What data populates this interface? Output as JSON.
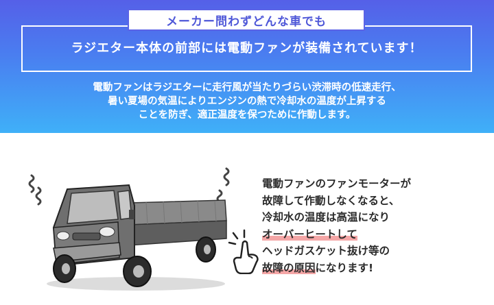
{
  "banner": {
    "tag": "メーカー問わずどんな車でも",
    "headline": "ラジエター本体の前部には電動ファンが装備されています！",
    "description": [
      "電動ファンはラジエターに走行風が当たりづらい渋滞時の低速走行、",
      "暑い夏場の気温によりエンジンの熱で冷却水の温度が上昇する",
      "ことを防ぎ、適正温度を保つために作動します。"
    ]
  },
  "explanation": {
    "line1": "電動ファンのファンモーターが",
    "line2": "故障して作動しなくなると、",
    "line3": "冷却水の温度は高温になり",
    "line4": "オーバーヒートして",
    "line5": "ヘッドガスケット抜け等の",
    "line6_highlight": "故障の原因",
    "line6_rest": "になります!"
  },
  "colors": {
    "banner_top": "#5560e8",
    "banner_bottom": "#3fb0f8",
    "highlight": "#f4a6a6",
    "text": "#2a2a2a"
  },
  "icons": {
    "truck": "kei-truck-illustration",
    "hand": "pointing-hand-icon",
    "shake_left": "shake-lines-icon",
    "shake_right": "shake-lines-icon"
  }
}
